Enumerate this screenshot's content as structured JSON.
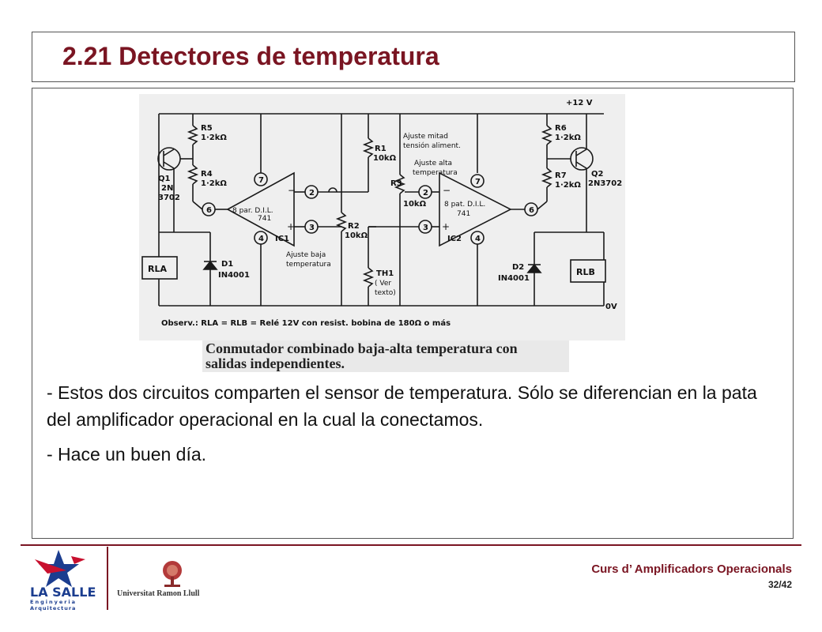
{
  "slide": {
    "title": "2.21 Detectores de temperatura",
    "paragraphs": [
      "- Estos dos circuitos comparten el sensor de temperatura. Sólo se diferencian en la pata del amplificador operacional en la cual la  conectamos.",
      "- Hace un buen día."
    ]
  },
  "figure": {
    "caption_line1": "Conmutador combinado baja-alta temperatura con",
    "caption_line2": "salidas independientes.",
    "labels": {
      "supply": "+12 V",
      "ground": "0V",
      "r5": "R5",
      "r5v": "1·2kΩ",
      "r4": "R4",
      "r4v": "1·2kΩ",
      "q1": "Q1",
      "q1t": "2N",
      "q1n": "3702",
      "rla": "RLA",
      "d1": "D1",
      "d1n": "IN4001",
      "r1": "R1",
      "r1v": "10kΩ",
      "r1note1": "Ajuste mitad",
      "r1note2": "tensión aliment.",
      "r3": "R3",
      "r3v": "10kΩ",
      "r3note1": "Ajuste alta",
      "r3note2": "temperatura",
      "r2": "R2",
      "r2v": "10kΩ",
      "r2note1": "Ajuste baja",
      "r2note2": "temperatura",
      "th1": "TH1",
      "th1note1": "( Ver",
      "th1note2": "texto)",
      "ic1a": "8 par. D.I.L.",
      "ic1b": "741",
      "ic1": "IC1",
      "ic2a": "8 pat. D.I.L.",
      "ic2b": "741",
      "ic2": "IC2",
      "r6": "R6",
      "r6v": "1·2kΩ",
      "r7": "R7",
      "r7v": "1·2kΩ",
      "q2": "Q2",
      "q2n": "2N3702",
      "rlb": "RLB",
      "d2": "D2",
      "d2n": "IN4001",
      "pin7": "7",
      "pin2": "2",
      "pin3": "3",
      "pin4": "4",
      "pin6": "6",
      "minus": "−",
      "plus": "+",
      "observ": "Observ.: RLA = RLB = Relé 12V con resist. bobina de 180Ω o más"
    }
  },
  "footer": {
    "course": "Curs d’ Amplificadors Operacionals",
    "page": "32/42",
    "logo_text": "LA SALLE",
    "logo_sub1": "Enginyeria",
    "logo_sub2": "Arquitectura",
    "university": "Universitat Ramon Llull"
  },
  "colors": {
    "title": "#7a1522",
    "accent": "#7a1522",
    "lasalle_blue": "#1b3d8f",
    "lasalle_red": "#c8102e"
  }
}
